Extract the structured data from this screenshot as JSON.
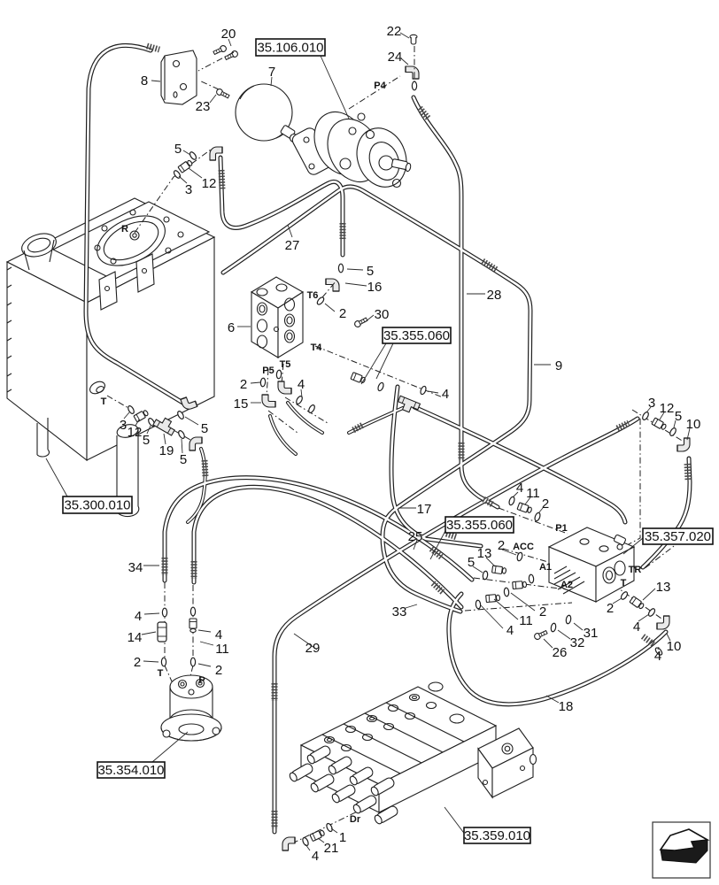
{
  "figure": {
    "type": "hydraulic-parts-diagram",
    "background": "#ffffff",
    "line_color": "#1f1f1f",
    "ref_boxes": [
      {
        "label": "35.106.010"
      },
      {
        "label": "35.355.060"
      },
      {
        "label": "35.300.010"
      },
      {
        "label": "35.355.060"
      },
      {
        "label": "35.357.020"
      },
      {
        "label": "35.354.010"
      },
      {
        "label": "35.359.010"
      }
    ],
    "port_labels": [
      {
        "t": "P4"
      },
      {
        "t": "R"
      },
      {
        "t": "T6"
      },
      {
        "t": "T4"
      },
      {
        "t": "T5"
      },
      {
        "t": "P5"
      },
      {
        "t": "T"
      },
      {
        "t": "P1"
      },
      {
        "t": "ACC"
      },
      {
        "t": "A1"
      },
      {
        "t": "A2"
      },
      {
        "t": "TR"
      },
      {
        "t": "T"
      },
      {
        "t": "T"
      },
      {
        "t": "P"
      },
      {
        "t": "Dr"
      }
    ],
    "callouts": [
      {
        "n": "20"
      },
      {
        "n": "8"
      },
      {
        "n": "23"
      },
      {
        "n": "7"
      },
      {
        "n": "22"
      },
      {
        "n": "24"
      },
      {
        "n": "5"
      },
      {
        "n": "3"
      },
      {
        "n": "12"
      },
      {
        "n": "27"
      },
      {
        "n": "28"
      },
      {
        "n": "9"
      },
      {
        "n": "6"
      },
      {
        "n": "5"
      },
      {
        "n": "16"
      },
      {
        "n": "2"
      },
      {
        "n": "30"
      },
      {
        "n": "2"
      },
      {
        "n": "15"
      },
      {
        "n": "4"
      },
      {
        "n": "4"
      },
      {
        "n": "3"
      },
      {
        "n": "12"
      },
      {
        "n": "5"
      },
      {
        "n": "19"
      },
      {
        "n": "5"
      },
      {
        "n": "5"
      },
      {
        "n": "17"
      },
      {
        "n": "25"
      },
      {
        "n": "33"
      },
      {
        "n": "34"
      },
      {
        "n": "4"
      },
      {
        "n": "14"
      },
      {
        "n": "2"
      },
      {
        "n": "4"
      },
      {
        "n": "11"
      },
      {
        "n": "2"
      },
      {
        "n": "29"
      },
      {
        "n": "3"
      },
      {
        "n": "12"
      },
      {
        "n": "5"
      },
      {
        "n": "10"
      },
      {
        "n": "4"
      },
      {
        "n": "11"
      },
      {
        "n": "2"
      },
      {
        "n": "5"
      },
      {
        "n": "13"
      },
      {
        "n": "2"
      },
      {
        "n": "2"
      },
      {
        "n": "11"
      },
      {
        "n": "4"
      },
      {
        "n": "26"
      },
      {
        "n": "31"
      },
      {
        "n": "32"
      },
      {
        "n": "13"
      },
      {
        "n": "2"
      },
      {
        "n": "4"
      },
      {
        "n": "10"
      },
      {
        "n": "4"
      },
      {
        "n": "18"
      },
      {
        "n": "1"
      },
      {
        "n": "21"
      },
      {
        "n": "4"
      }
    ]
  }
}
